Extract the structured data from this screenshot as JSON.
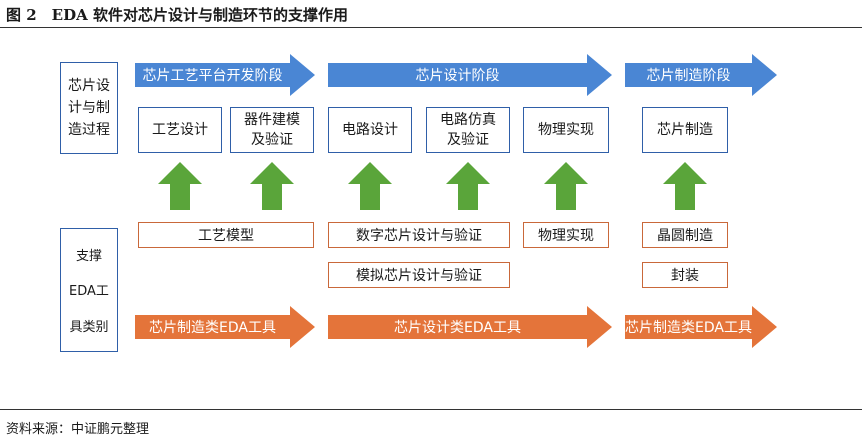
{
  "figure": {
    "title": "图 2　EDA 软件对芯片设计与制造环节的支撑作用",
    "source": "资料来源：中证鹏元整理"
  },
  "left_labels": {
    "process": [
      "芯片设",
      "计与制",
      "造过程"
    ],
    "support": [
      "支撑",
      "EDA工",
      "具类别"
    ]
  },
  "stage_arrows": {
    "platform": "芯片工艺平台开发阶段",
    "design": "芯片设计阶段",
    "manufacturing": "芯片制造阶段"
  },
  "process_steps": {
    "craft_design": "工艺设计",
    "device_modeling": "器件建模\n及验证",
    "circuit_design": "电路设计",
    "circuit_sim": "电路仿真\n及验证",
    "physical_impl": "物理实现",
    "chip_fab": "芯片制造"
  },
  "tool_boxes": {
    "process_model": "工艺模型",
    "digital_design": "数字芯片设计与验证",
    "physical_impl": "物理实现",
    "wafer_fab": "晶圆制造",
    "analog_design": "模拟芯片设计与验证",
    "packaging": "封装"
  },
  "tool_arrows": {
    "fab_tools": "芯片制造类EDA工具",
    "design_tools": "芯片设计类EDA工具",
    "fab_tools_2": "芯片制造类EDA工具"
  },
  "colors": {
    "blue_arrow": "#4a86d4",
    "orange_arrow": "#e4743a",
    "green_arrow": "#5aa53a",
    "box_border": "#2f5fa8",
    "orange_border": "#c9683a"
  }
}
